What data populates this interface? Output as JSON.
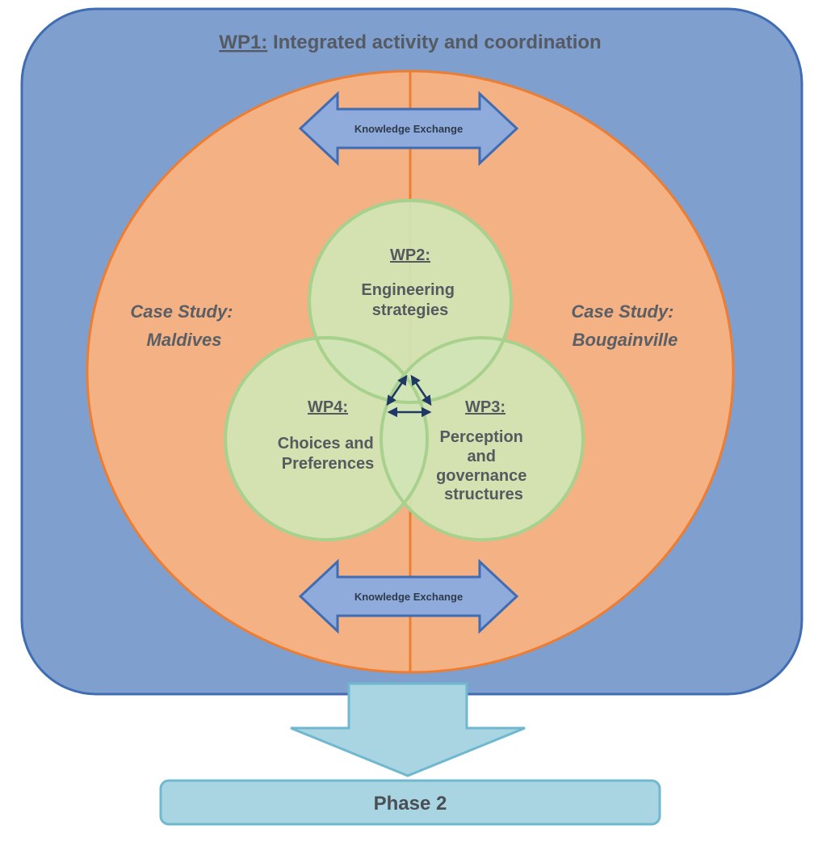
{
  "wp1": {
    "label": "WP1:",
    "text": " Integrated activity and coordination"
  },
  "knowledge_exchange": {
    "top": "Knowledge Exchange",
    "bottom": "Knowledge Exchange"
  },
  "case_studies": {
    "left": [
      "Case Study:",
      "Maldives"
    ],
    "right": [
      "Case Study:",
      "Bougainville"
    ]
  },
  "wp2": {
    "label": "WP2:",
    "lines": [
      "Engineering",
      "strategies"
    ]
  },
  "wp3": {
    "label": "WP3:",
    "lines": [
      "Perception",
      "and",
      "governance",
      "structures"
    ]
  },
  "wp4": {
    "label": "WP4:",
    "lines": [
      "Choices and",
      "Preferences"
    ]
  },
  "phase": {
    "label": "Phase 2"
  },
  "colors": {
    "outer_box_fill": "#7f9fcf",
    "outer_box_stroke": "#3f6cb3",
    "ellipse_fill": "#f4b183",
    "ellipse_stroke": "#ed7d31",
    "circle_fill": "#d1e4b5",
    "circle_stroke": "#a9d18e",
    "arrow_fill": "#8fabdc",
    "arrow_stroke": "#3f6cb3",
    "phase_fill": "#a9d5e3",
    "phase_stroke": "#6fb8cf",
    "inner_arrows": "#1f3864"
  }
}
